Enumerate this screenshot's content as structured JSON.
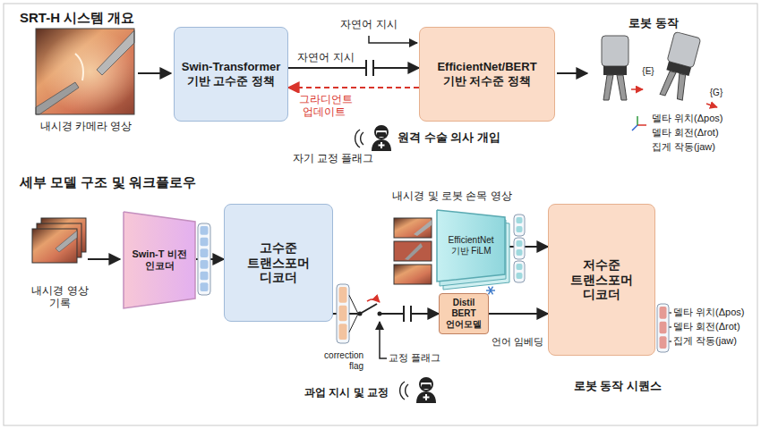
{
  "diagram": {
    "title": "SRT-H 시스템 개요",
    "nodes": [
      {
        "text": [
          "Swin-Transformer 기반 고수준 정책"
        ]
      },
      {
        "text": [
          "EfficientNet/BERT 기반 저수준 정책"
        ]
      },
      {
        "text": [
          "Swin-T 비전 인코더"
        ]
      },
      {
        "text": [
          "고수준 트랜스포머 디코더"
        ]
      },
      {
        "text": [
          "EfficientNet 기반 FiLM"
        ]
      },
      {
        "text": [
          "Distil BERT 언어모델"
        ]
      },
      {
        "text": [
          "저수준 트랜스포머 디코더"
        ]
      }
    ],
    "edges": [
      {
        "from": 0,
        "to": 1,
        "label": "자연어 지시",
        "arrow": "to"
      },
      {
        "from": 1,
        "to": 0,
        "label": "그라디언트 업데이트",
        "arrow": "to"
      },
      {
        "from": 2,
        "to": 3,
        "arrow": "to"
      },
      {
        "from": 3,
        "to": 5,
        "arrow": "to"
      },
      {
        "from": 4,
        "to": 6,
        "arrow": "to"
      },
      {
        "from": 5,
        "to": 6,
        "label": "언어 임베딩",
        "arrow": "to"
      }
    ],
    "labels": [
      "내시경 카메라 영상",
      "자연어 지시",
      "원격 수술 의사 개입",
      "자기 교정 플래그",
      "로봇 동작",
      "{E}",
      "{G}",
      "델타 위치(Δpos)",
      "델타 회전(Δrot)",
      "집게 작동(jaw)",
      "세부 모델 구조 및 워크플로우",
      "내시경 영상 기록",
      "내시경 및 로봇 손목 영상",
      "correction flag",
      "교정 플래그",
      "과업 지시 및 교정",
      "델타 위치(Δpos)",
      "델타 회전(Δrot)",
      "집게 작동(jaw)",
      "로봇 동작 시퀀스"
    ]
  }
}
